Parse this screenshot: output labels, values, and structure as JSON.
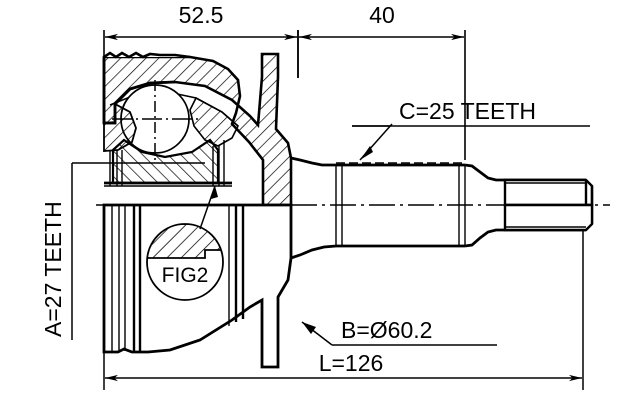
{
  "drawing": {
    "type": "cv-joint-cross-section",
    "title_visible": false,
    "line_color": "#000000",
    "background_color": "#ffffff",
    "dimensions": {
      "outer_race_length": "52.5",
      "stub_shaft_spline_length": "40",
      "overall_length": "L=126",
      "outer_race_diameter": "B=Ø60.2"
    },
    "notes": {
      "inner_spline": "A=27 TEETH",
      "outer_spline": "C=25 TEETH",
      "detail_callout": "FIG2"
    }
  }
}
